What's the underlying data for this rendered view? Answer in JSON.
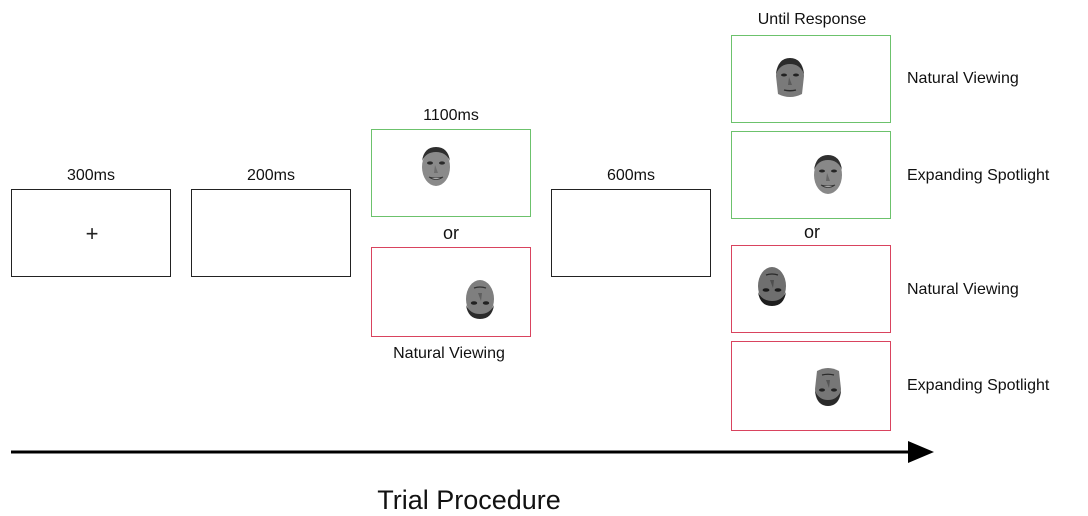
{
  "title": "Trial Procedure",
  "fixation_symbol": "+",
  "stage_timings": {
    "fixation": "300ms",
    "blank1": "200ms",
    "cue": "1100ms",
    "blank2": "600ms",
    "response": "Until Response"
  },
  "or_label": "or",
  "cue_condition_label": "Natural Viewing",
  "response_conditions": [
    "Natural Viewing",
    "Expanding Spotlight",
    "Natural Viewing",
    "Expanding Spotlight"
  ],
  "colors": {
    "upright_frame": "#6cc26c",
    "inverted_frame": "#d9435e",
    "neutral_frame": "#222222",
    "arrow": "#000000"
  },
  "icons": {
    "upright_face": "face-photo-icon",
    "inverted_face": "inverted-face-photo-icon",
    "timeline": "arrow-right-icon"
  }
}
